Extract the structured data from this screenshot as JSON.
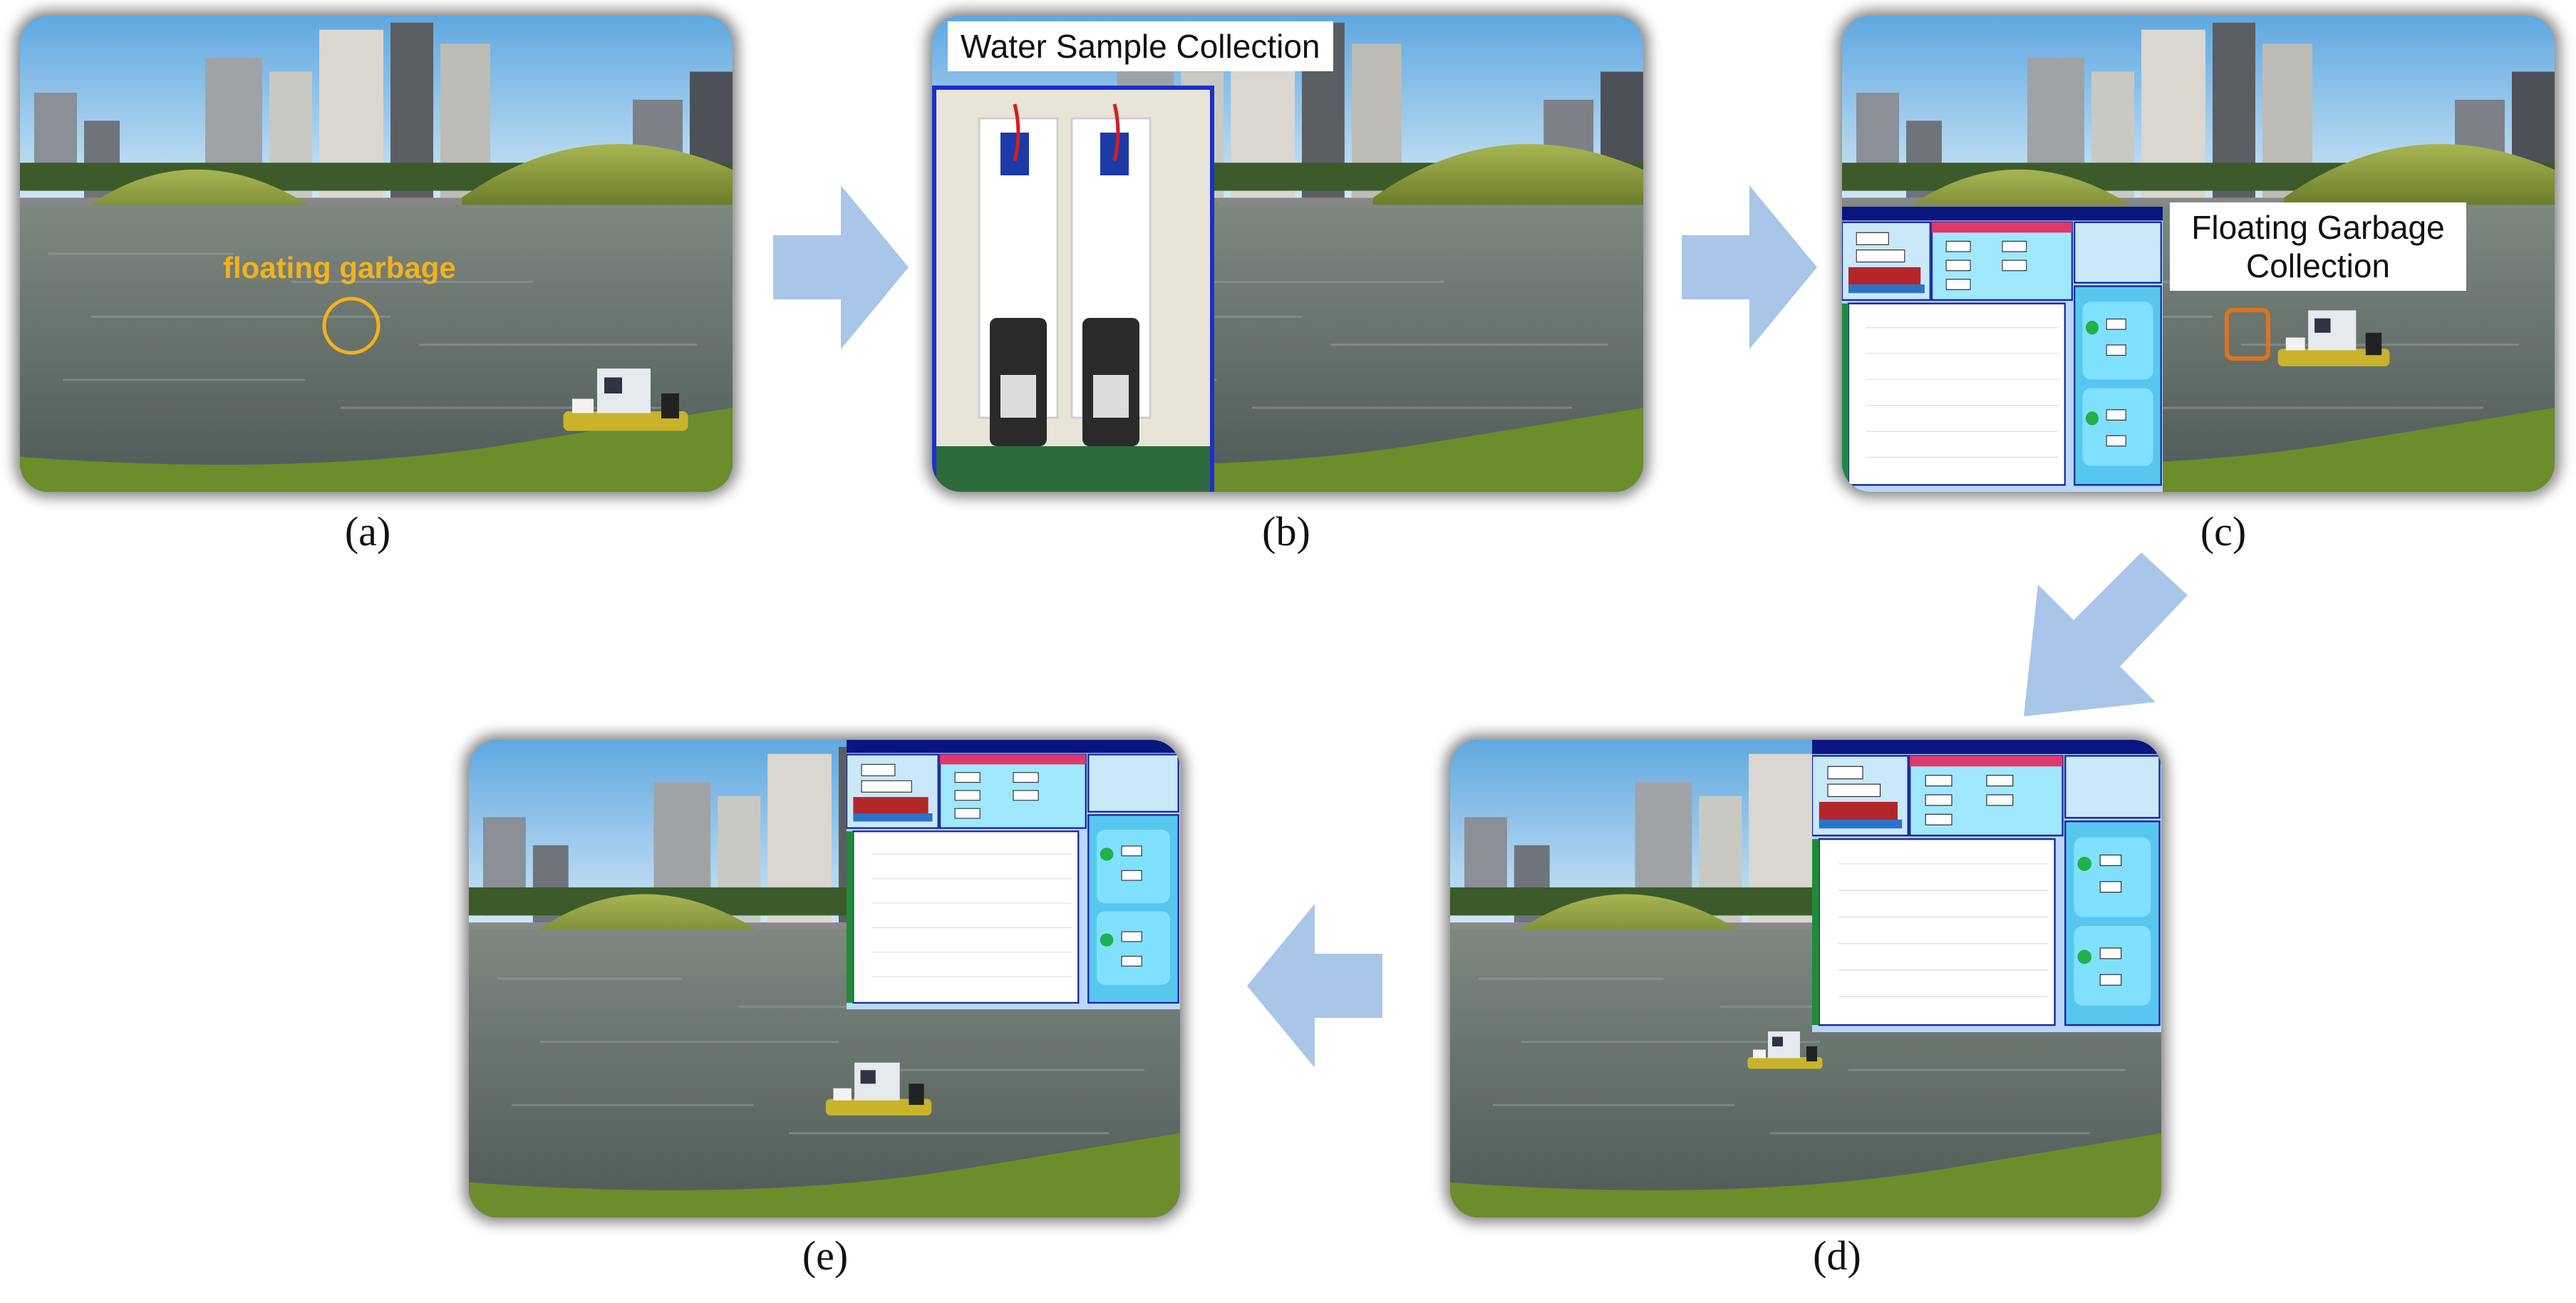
{
  "panels": {
    "a": {
      "caption": "(a)",
      "annotation": "floating garbage"
    },
    "b": {
      "caption": "(b)",
      "annotation": "Water Sample Collection"
    },
    "c": {
      "caption": "(c)",
      "annotation_line1": "Floating Garbage",
      "annotation_line2": "Collection"
    },
    "d": {
      "caption": "(d)"
    },
    "e": {
      "caption": "(e)"
    }
  },
  "colors": {
    "arrow": "#a9c6e8",
    "garbage_label": "#f2b21c",
    "garbage_marker_c": "#e0731c",
    "ui_frame": "#0a1a9a",
    "sky": "#8cc3ea",
    "water": "#6f7a78",
    "grass": "#7c9a2e"
  },
  "icons": [
    "arrow-right-icon",
    "arrow-down-left-icon",
    "arrow-left-icon"
  ]
}
